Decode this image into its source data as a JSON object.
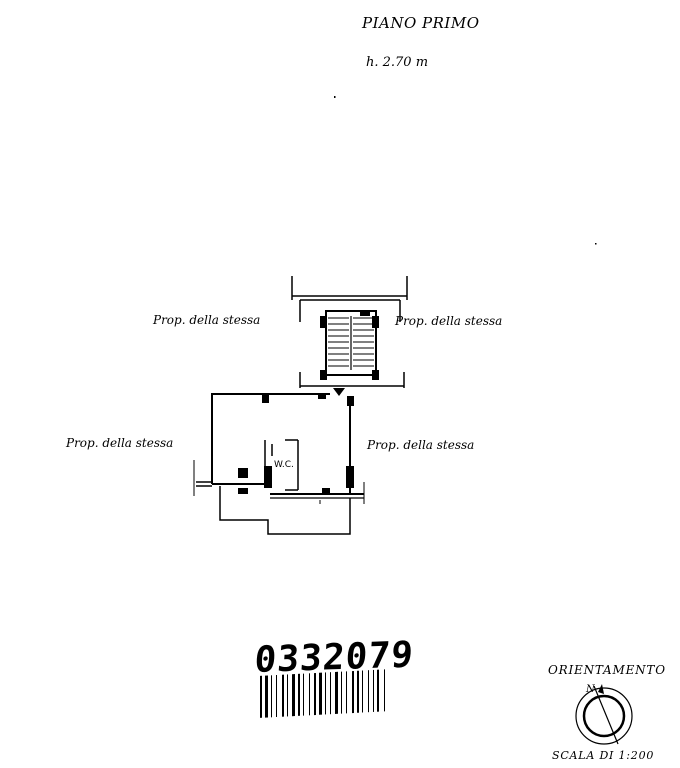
{
  "sheet": {
    "title": "PIANO PRIMO",
    "height_note": "h. 2.70 m"
  },
  "labels": {
    "prop_upper_left": "Prop. della stessa",
    "prop_upper_right": "Prop. della stessa",
    "prop_lower_left": "Prop. della stessa",
    "prop_lower_right": "Prop. della stessa",
    "wc": "W.C."
  },
  "barcode": {
    "number": "0332079"
  },
  "orientation": {
    "label": "ORIENTAMENTO",
    "north": "N"
  },
  "scale": {
    "label": "SCALA DI 1:200"
  }
}
